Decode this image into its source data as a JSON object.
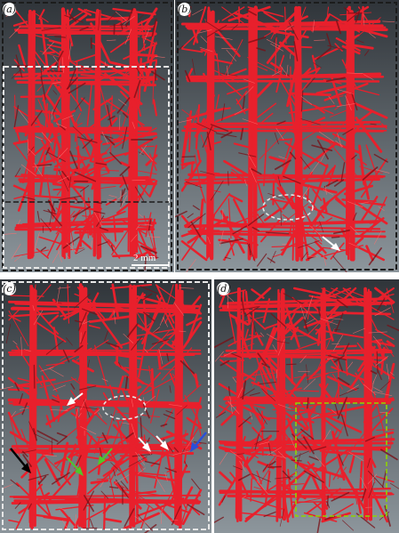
{
  "figure": {
    "panels": [
      {
        "id": "a",
        "label": "(a)"
      },
      {
        "id": "b",
        "label": "(b)"
      },
      {
        "id": "c",
        "label": "(c)"
      },
      {
        "id": "d",
        "label": "(d)"
      }
    ],
    "scale_bar": {
      "label": "2 mm"
    }
  },
  "colors": {
    "scaffold_red": "#e8202c",
    "background_dark": "#2f3439",
    "background_light": "#8d969c",
    "box_dark": "#1c1c1c",
    "box_white": "#e6e6e6",
    "box_green": "#8fd400",
    "arrow_white": "#ffffff",
    "arrow_green": "#4fc72a",
    "arrow_black": "#000000",
    "arrow_blue": "#2a4fd8"
  }
}
